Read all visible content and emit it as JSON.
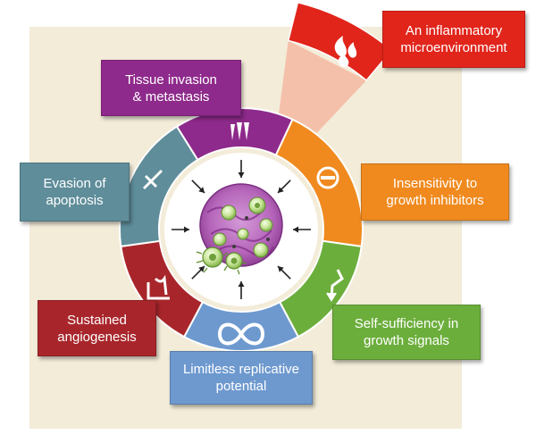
{
  "colors": {
    "background_panel": "#f3ecd9",
    "invasion": "#8e2a8b",
    "inhibitors": "#f08a1f",
    "self_sufficiency": "#6cae3c",
    "replicative": "#6e99cf",
    "angiogenesis": "#a8262b",
    "apoptosis": "#5f8d9a",
    "inflammation": "#e1251b"
  },
  "hallmarks": {
    "inflammation": {
      "label": "An inflammatory\nmicroenvironment",
      "icon": "flame-icon"
    },
    "invasion": {
      "label": "Tissue invasion\n& metastasis",
      "icon": "claws-icon"
    },
    "apoptosis": {
      "label": "Evasion of\napoptosis",
      "icon": "dagger-icon"
    },
    "inhibitors": {
      "label": "Insensitivity to\ngrowth inhibitors",
      "icon": "stop-sign-icon"
    },
    "angiogenesis": {
      "label": "Sustained\nangiogenesis",
      "icon": "vessel-icon"
    },
    "self_sufficiency": {
      "label": "Self-sufficiency in\ngrowth signals",
      "icon": "arrow-down-icon"
    },
    "limitless": {
      "label": "Limitless replicative\npotential",
      "icon": "infinity-icon"
    }
  }
}
